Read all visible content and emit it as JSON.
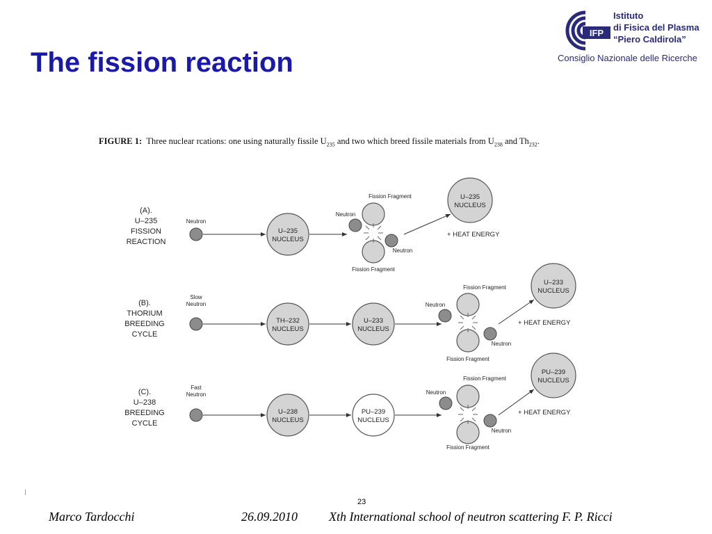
{
  "slide": {
    "title": "The fission reaction",
    "page_number": "23"
  },
  "logo": {
    "mark_text": "IFP",
    "line1": "Istituto",
    "line2": "di Fisica del Plasma",
    "line3": "“Piero Caldirola”",
    "line4": "Consiglio Nazionale delle Ricerche"
  },
  "figure": {
    "caption_prefix": "FIGURE 1:",
    "caption_text": "Three nuclear rcations: one using naturally fissile U",
    "caption_sub1": "235",
    "caption_mid": " and two which breed fissile materials from U",
    "caption_sub2": "238",
    "caption_and": " and Th",
    "caption_sub3": "232",
    "caption_end": ".",
    "rows": [
      {
        "label": [
          "(A).",
          "U–235",
          "FISSION",
          "REACTION"
        ],
        "neutron": [
          "Neutron"
        ],
        "nuclei": [
          [
            "U–235",
            "NUCLEUS"
          ]
        ],
        "fragment_top": "Fission Fragment",
        "fragment_bottom": "Fission Fragment",
        "neutron_left": "Neutron",
        "neutron_right": "Neutron",
        "product": [
          "U–235",
          "NUCLEUS"
        ],
        "heat": "+ HEAT ENERGY"
      },
      {
        "label": [
          "(B).",
          "THORIUM",
          "BREEDING",
          "CYCLE"
        ],
        "neutron": [
          "Slow",
          "Neutron"
        ],
        "nuclei": [
          [
            "TH–232",
            "NUCLEUS"
          ],
          [
            "U–233",
            "NUCLEUS"
          ]
        ],
        "fragment_top": "Fission Fragment",
        "fragment_bottom": "Fission Fragment",
        "neutron_left": "Neutron",
        "neutron_right": "Neutron",
        "product": [
          "U–233",
          "NUCLEUS"
        ],
        "heat": "+ HEAT ENERGY"
      },
      {
        "label": [
          "(C).",
          "U–238",
          "BREEDING",
          "CYCLE"
        ],
        "neutron": [
          "Fast",
          "Neutron"
        ],
        "nuclei": [
          [
            "U–238",
            "NUCLEUS"
          ],
          [
            "PU–239",
            "NUCLEUS"
          ]
        ],
        "fragment_top": "Fission Fragment",
        "fragment_bottom": "Fission Fragment",
        "neutron_left": "Neutron",
        "neutron_right": "Neutron",
        "product": [
          "PU–239",
          "NUCLEUS"
        ],
        "heat": "+ HEAT ENERGY"
      }
    ]
  },
  "footer": {
    "author": "Marco Tardocchi",
    "date": "26.09.2010",
    "event": "Xth International school of neutron scattering F. P. Ricci"
  },
  "colors": {
    "title": "#1a1aa6",
    "logo": "#2a2a7a",
    "nucleus_fill": "#d4d4d4",
    "neutron_fill": "#8c8c8c"
  }
}
